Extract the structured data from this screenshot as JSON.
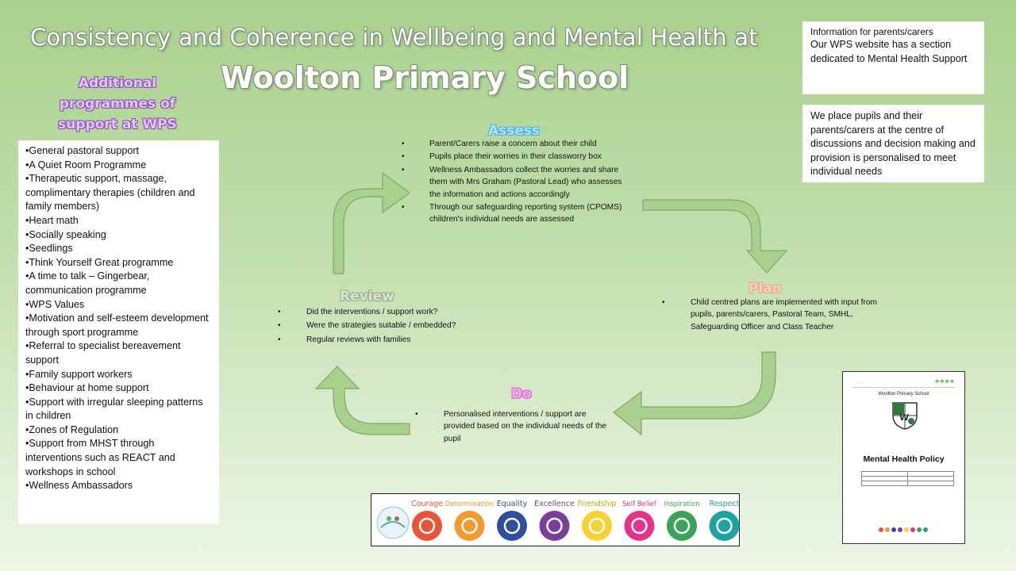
{
  "title": {
    "line1": "Consistency and Coherence in Wellbeing and Mental Health at",
    "line2": "Woolton Primary School"
  },
  "programmes": {
    "heading": "Additional programmes of support at WPS",
    "items": [
      "•General pastoral support",
      "•A Quiet Room Programme",
      "•Therapeutic support, massage, complimentary therapies (children and family members)",
      "•Heart math",
      "•Socially speaking",
      "•Seedlings",
      "•Think Yourself Great programme",
      "•A time to talk – Gingerbear, communication programme",
      "•WPS Values",
      "•Motivation and self-esteem development through sport programme",
      "•Referral to specialist bereavement support",
      "•Family support workers",
      "•Behaviour at home support",
      "•Support with irregular sleeping patterns in children",
      "•Zones of Regulation",
      "•Support from MHST through interventions such as REACT and workshops in school",
      "•Wellness Ambassadors"
    ]
  },
  "info": {
    "box1_heading": "Information for parents/carers",
    "box1_text": "Our WPS website has a section dedicated to Mental Health Support",
    "box2_text": "We place pupils and their parents/carers at the centre of discussions and decision making and provision is personalised to meet individual needs"
  },
  "cycle": {
    "assess": {
      "heading": "Assess",
      "items": [
        "Parent/Carers raise a concern about their child",
        "Pupils place their worries in their classworry box",
        "Wellness Ambassadors collect the worries and share them with Mrs Graham (Pastoral Lead) who assesses the information and actions accordingly",
        "Through our safeguarding reporting system (CPOMS) children's individual needs are assessed"
      ]
    },
    "plan": {
      "heading": "Plan",
      "items": [
        "Child centred plans are implemented with input from pupils, parents/carers, Pastoral Team, SMHL, Safeguarding Officer and Class Teacher"
      ]
    },
    "do": {
      "heading": "Do",
      "items": [
        "Personalised interventions / support are provided based on the individual needs of the pupil"
      ]
    },
    "review": {
      "heading": "Review",
      "items": [
        "Did the interventions / support work?",
        "Were the strategies suitable / embedded?",
        "Regular reviews with families"
      ]
    },
    "arrow_color": "#a9d18e",
    "arrow_stroke": "#7fa86a"
  },
  "policy_doc": {
    "school": "Woolton Primary School",
    "title": "Mental Health Policy"
  },
  "values": {
    "items": [
      {
        "label": "Courage",
        "color": "#e8543a"
      },
      {
        "label": "Determination",
        "color": "#f29a2e"
      },
      {
        "label": "Equality",
        "color": "#2f4f9c"
      },
      {
        "label": "Excellence",
        "color": "#7b3f98"
      },
      {
        "label": "Friendship",
        "color": "#f7d232"
      },
      {
        "label": "Self Belief",
        "color": "#e5338b"
      },
      {
        "label": "Inspiration",
        "color": "#3aa357"
      },
      {
        "label": "Respect",
        "color": "#1fa3a0"
      }
    ]
  }
}
